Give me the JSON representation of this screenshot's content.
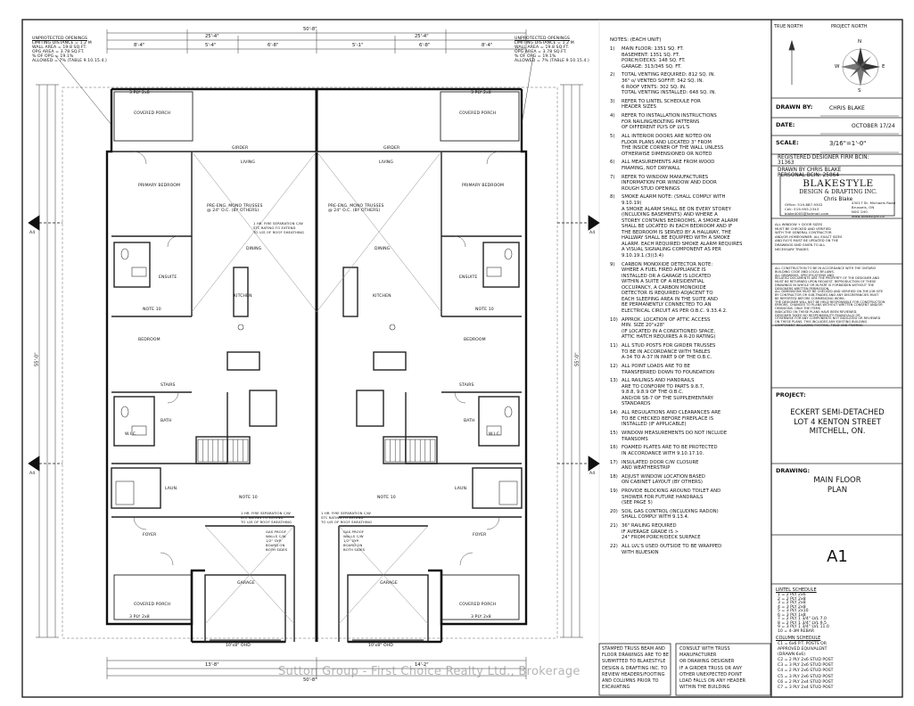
{
  "orientation": {
    "true_north": "TRUE NORTH",
    "project_north": "PROJECT NORTH",
    "compass": {
      "n": "N",
      "s": "S",
      "e": "E",
      "w": "W"
    }
  },
  "title_block": {
    "drawn_by_label": "DRAWN BY:",
    "drawn_by": "CHRIS BLAKE",
    "date_label": "DATE:",
    "date": "OCTOBER 17/24",
    "scale_label": "SCALE:",
    "scale": "3/16\"=1'-0\"",
    "registered_lines": [
      "REGISTERED DESIGNER FIRM BCIN:",
      "31363",
      "DRAWN BY CHRIS BLAKE",
      "PERSONAL BCIN: 25864"
    ],
    "logo_line1": "BLAKESTYLE",
    "logo_line2": "DESIGN & DRAFTING INC.",
    "contact_name": "Chris Blake",
    "contact_left": [
      "Office: 519-887-9302",
      "Cell: 519-955-2343",
      "blake4005@hotmail.com"
    ],
    "contact_right": [
      "43017 St. Michaels Road",
      "Brussels, ON",
      "N0G 1H0",
      "www.blakestyle.ca"
    ],
    "door_note": [
      "ALL WINDOW + DOOR SIZES",
      "MUST BE CHECKED AND VERIFIED",
      "WITH THE GENERAL CONTRACTOR",
      "AND/OR HOMEOWNER. ALL EXACT SIZES",
      "AND R/O'S MUST BE UPDATED ON THE",
      "DRAWINGS AND GIVEN TO ALL",
      "NECESSARY TRADES"
    ],
    "construction_note": [
      "ALL CONSTRUCTION TO BE IN ACCORDANCE WITH THE ONTARIO",
      "BUILDING CODE AND LOCAL BY-LAWS.",
      "ALL DRAWINGS, SPECIFICATIONS AND",
      "RELATED DOCUMENTS ARE THE PROPERTY OF THE DESIGNER AND",
      "MUST BE RETURNED UPON REQUEST. REPRODUCTION OF THESE",
      "DRAWINGS IN WHOLE OR IN PART IS FORBIDDEN WITHOUT THE",
      "DESIGNERS WRITTEN PERMISSION.",
      "ALL DIMENSIONS MUST BE CHECKED AND VERIFIED ON THE JOB SITE",
      "BY CONTRACTOR OR SUB-TRADES AND ANY DISCREPANCIES MUST",
      "BE REPORTED BEFORE COMMENCING WORK.",
      "THE DESIGNER WILL NOT BE HELD RESPONSIBLE FOR CONSTRUCTION",
      "ERRORS, CHANGES TO PLANS WITHOUT WRITTEN CONSENT AND/OR",
      "OMISSIONS. ONLY THE ITEMS",
      "INDICATED ON THESE PLANS HAVE BEEN REVIEWED.",
      "DESIGNER TAKES NO RESPONSIBILITY FINANCIALLY OR",
      "OTHERWISE FOR ANY COMPONENTS NOT INDICATED OR REVIEWED",
      "ON THESE PLANS. THIS INCLUDES ANY EXISTING BUILDING",
      "COMPONENT INCLUDING FOOTING, FIELD AND FRAMING"
    ],
    "project_label": "PROJECT:",
    "project_lines": [
      "ECKERT SEMI-DETACHED",
      "LOT 4 KENTON STREET",
      "MITCHELL, ON."
    ],
    "drawing_label": "DRAWING:",
    "drawing_lines": [
      "MAIN FLOOR",
      "PLAN"
    ],
    "sheet_number": "A1",
    "lintel_title": "LINTEL SCHEDULE",
    "lintels": [
      "1 = 2 PLY 2x6",
      "2 = 2 PLY 2x8",
      "3 = 2 PLY 2x8",
      "4 = 3 PLY 2x8",
      "5 = 3 PLY 2x10",
      "6 = 3 PLY 1x8",
      "7 = 2 PLY 1 3/4\" LVL 7.0",
      "8 = 2 PLY 1 3/4\" LVL 9.5",
      "9 = 3 PLY 1 3/4\" LVL 11.0",
      "10 = 4-3M REBAR"
    ],
    "column_title": "COLUMN SCHEDULE",
    "columns": [
      "C1 = 6x6 P.T. POSTS OR",
      "APPROVED EQUIVALENT",
      "(DRAWN 6x6)",
      "C2 = 2 PLY 2x6 STUD POST",
      "C3 = 3 PLY 2x6 STUD POST",
      "C4 = 2 PLY 2x6 STUD POST",
      "C5 = 3 PLY 2x6 STUD POST",
      "C6 = 2 PLY 2x4 STUD POST",
      "C7 = 3 PLY 2x4 STUD POST"
    ]
  },
  "notes": {
    "title": "NOTES: (EACH UNIT)",
    "items": [
      {
        "num": "1)",
        "lines": [
          "MAIN FLOOR: 1351 SQ. FT.",
          "BASEMENT: 1351 SQ. FT.",
          "PORCH/DECKS: 148 SQ. FT.",
          "GARAGE: 313/345 SQ. FT."
        ]
      },
      {
        "num": "2)",
        "lines": [
          "TOTAL VENTING REQUIRED: 812 SQ. IN.",
          "36\" o/ VENTED SOFFIT: 342 SQ. IN.",
          "6 ROOF VENTS: 302 SQ. IN.",
          "TOTAL VENTING INSTALLED: 648 SQ. IN."
        ]
      },
      {
        "num": "3)",
        "lines": [
          "REFER TO LINTEL SCHEDULE FOR",
          "HEADER SIZES"
        ]
      },
      {
        "num": "4)",
        "lines": [
          "REFER TO INSTALLATION INSTRUCTIONS",
          "FOR NAILING/BOLTING PATTERNS",
          "OF DIFFERENT PLYS OF LVL'S"
        ]
      },
      {
        "num": "5)",
        "lines": [
          "ALL INTERIOR DOORS ARE NOTED ON",
          "FLOOR PLANS AND LOCATED 3\" FROM",
          "THE INSIDE CORNER OF THE WALL UNLESS",
          "OTHERWISE DIMENSIONED OR NOTED"
        ]
      },
      {
        "num": "6)",
        "lines": [
          "ALL MEASUREMENTS ARE FROM WOOD",
          "FRAMING, NOT DRYWALL"
        ]
      },
      {
        "num": "7)",
        "lines": [
          "REFER TO WINDOW MANUFACTURES",
          "INFORMATION FOR WINDOW AND DOOR",
          "ROUGH STUD OPENINGS"
        ]
      },
      {
        "num": "8)",
        "lines": [
          "SMOKE ALARM NOTE: (SHALL COMPLY WITH",
          "9.10.19)",
          "A SMOKE ALARM SHALL BE ON EVERY STOREY",
          "(INCLUDING BASEMENTS) AND WHERE A",
          "STOREY CONTAINS BEDROOMS, A SMOKE ALARM",
          "SHALL BE LOCATED IN EACH BEDROOM AND IF",
          "THE BEDROOM IS SERVED BY A HALLWAY, THE",
          "HALLWAY SHALL BE EQUIPPED WITH A SMOKE",
          "ALARM. EACH REQUIRED SMOKE ALARM REQUIRES",
          "A VISUAL SIGNALING COMPONENT AS PER",
          "9.10.19.1.(3)(3.4)"
        ]
      },
      {
        "num": "9)",
        "lines": [
          "CARBON MONOXIDE DETECTOR NOTE:",
          "WHERE A FUEL FIRED APPLIANCE IS",
          "INSTALLED OR A GARAGE IS LOCATED",
          "WITHIN A SUITE OF A RESIDENTIAL",
          "OCCUPANCY, A CARBON MONOXIDE",
          "DETECTOR IS REQUIRED ADJACENT TO",
          "EACH SLEEPING AREA IN THE SUITE AND",
          "BE PERMANENTLY CONNECTED TO AN",
          "ELECTRICAL CIRCUIT AS PER O.B.C. 9.33.4.2."
        ]
      },
      {
        "num": "10)",
        "lines": [
          "APPROX. LOCATION OF ATTIC ACCESS",
          "MIN. SIZE 20\"x28\"",
          "(IF LOCATED IN A CONDITIONED SPACE,",
          "ATTIC HATCH REQUIRES A R-20 RATING)"
        ]
      },
      {
        "num": "11)",
        "lines": [
          "ALL STUD POSTS FOR GIRDER TRUSSES",
          "TO BE IN ACCORDANCE WITH TABLES",
          "A-34 TO A-37 IN PART 9 OF THE O.B.C."
        ]
      },
      {
        "num": "12)",
        "lines": [
          "ALL POINT LOADS ARE TO BE",
          "TRANSFERRED DOWN TO FOUNDATION"
        ]
      },
      {
        "num": "13)",
        "lines": [
          "ALL RAILINGS AND HANDRAILS",
          "ARE TO CONFORM TO PARTS 9.8.7,",
          "9.8.8, 9.8.9 OF THE O.B.C.",
          "AND/OR SB-7 OF THE SUPPLEMENTARY",
          "STANDARDS"
        ]
      },
      {
        "num": "14)",
        "lines": [
          "ALL REGULATIONS AND CLEARANCES ARE",
          "TO BE CHECKED BEFORE FIREPLACE IS",
          "INSTALLED (IF APPLICABLE)"
        ]
      },
      {
        "num": "15)",
        "lines": [
          "WINDOW MEASUREMENTS DO NOT INCLUDE",
          "TRANSOMS"
        ]
      },
      {
        "num": "16)",
        "lines": [
          "FOAMED PLATES ARE TO BE PROTECTED",
          "IN ACCORDANCE WITH 9.10.17.10."
        ]
      },
      {
        "num": "17)",
        "lines": [
          "INSULATED DOOR C/W CLOSURE",
          "AND WEATHERSTRIP"
        ]
      },
      {
        "num": "18)",
        "lines": [
          "ADJUST WINDOW LOCATION BASED",
          "ON CABINET LAYOUT (BY OTHERS)"
        ]
      },
      {
        "num": "19)",
        "lines": [
          "PROVIDE BLOCKING AROUND TOILET AND",
          "SHOWER FOR FUTURE HANDRAILS",
          "(SEE PAGE 5)"
        ]
      },
      {
        "num": "20)",
        "lines": [
          "SOIL GAS CONTROL (INCLUDING RADON)",
          "SHALL COMPLY WITH 9.13.4."
        ]
      },
      {
        "num": "21)",
        "lines": [
          "36\" RAILING REQUIRED",
          "IF AVERAGE GRADE IS >",
          "24\" FROM PORCH/DECK SURFACE"
        ]
      },
      {
        "num": "22)",
        "lines": [
          "ALL LVL'S USED OUTSIDE TO BE WRAPPED",
          "WITH BLUESKIN"
        ]
      }
    ]
  },
  "bottom_notes": {
    "left": [
      "STAMPED TRUSS BEAM AND",
      "FLOOR DRAWINGS ARE TO BE",
      "SUBMITTED TO BLAKESTYLE",
      "DESIGN & DRAFTING INC. TO",
      "REVIEW HEADERS/FOOTING",
      "AND COLUMNS PRIOR TO",
      "EXCAVATING"
    ],
    "right": [
      "CONSULT WITH TRUSS",
      "MANUFACTURER",
      "OR DRAWING DESIGNER",
      "IF A GIRDER TRUSS OR ANY",
      "OTHER UNEXPECTED POINT",
      "LOAD FALLS ON ANY HEADER",
      "WITHIN THE BUILDING"
    ]
  },
  "watermark": "Sutton Group - First Choice Realty Ltd., Brokerage",
  "plan": {
    "overall_width": "50'-8\"",
    "overall_depth": "55'-0\"",
    "unit_width": "25'-4\"",
    "dim_top": [
      "8'-4\"",
      "5'-4\"",
      "6'-8\"",
      "5'-1\""
    ],
    "dim_bottom": [
      "13'-8\"",
      "14'-2\""
    ],
    "unprotected": [
      "UNPROTECTED OPENINGS",
      "LIMITING DISTANCE = 1.2 M",
      "WALL AREA = 19.8 SQ.FT.",
      "OPG AREA = 3.78 SQ.FT.",
      "% OF OPG = 19.1%",
      "ALLOWED = 7% (TABLE 9.10.15.4.)"
    ],
    "rooms": {
      "covered_porch": "COVERED PORCH",
      "living": "LIVING",
      "primary_bedroom": "PRIMARY BEDROOM",
      "dining": "DINING",
      "kitchen": "KITCHEN",
      "bedroom": "BEDROOM",
      "ensuite": "ENSUITE",
      "stairs": "STAIRS",
      "foyer": "FOYER",
      "garage": "GARAGE",
      "bath": "BATH",
      "wic": "W.I.C.",
      "laundry": "LAUN."
    },
    "truss_note": [
      "PRE-ENG. MONO TRUSSES",
      "@ 24\" O.C. (BY OTHERS)"
    ],
    "separation": [
      "1 HR. FIRE SEPARATION C/W",
      "STC RATING TO EXTEND",
      "TO U/S OF ROOF SHEATHING"
    ],
    "garage_door": "10'x8\" OHD",
    "girder": "GIRDER",
    "note_tag": "NOTE 10",
    "section_tag": "A4",
    "ply": "3 PLY 2x8",
    "gas_proof": [
      "GAS PROOF",
      "WALLS C/W",
      "1/2\" GYP.",
      "BOARD ON",
      "BOTH SIDES"
    ]
  }
}
